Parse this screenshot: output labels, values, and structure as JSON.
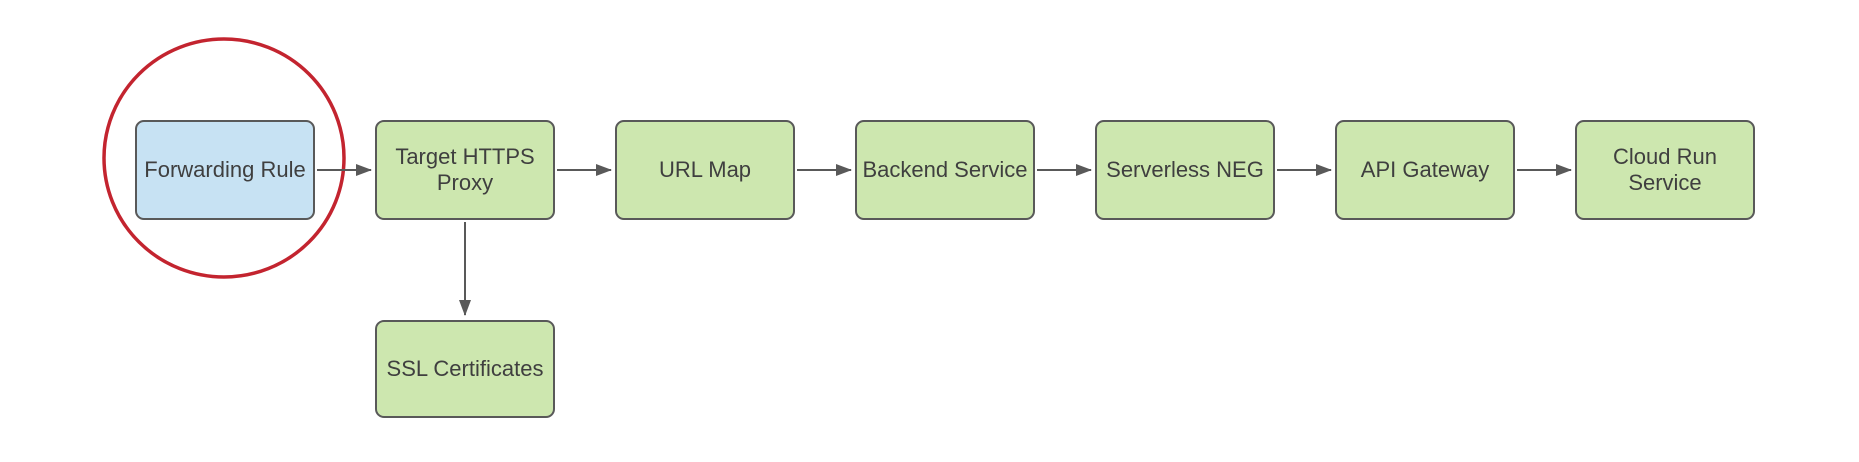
{
  "diagram": {
    "type": "flowchart",
    "background": "#ffffff",
    "colors": {
      "background": "#ffffff",
      "node_green": "#cde7af",
      "node_blue": "#c7e2f3",
      "border": "#595959",
      "arrow": "#595959",
      "text": "#3f3f3f",
      "highlight": "#c3242f"
    },
    "nodes": [
      {
        "id": "forwarding-rule",
        "label": "Forwarding Rule",
        "fill": "blue",
        "highlighted": true
      },
      {
        "id": "target-https-proxy",
        "label": "Target HTTPS\nProxy",
        "fill": "green",
        "highlighted": false
      },
      {
        "id": "url-map",
        "label": "URL Map",
        "fill": "green",
        "highlighted": false
      },
      {
        "id": "backend-service",
        "label": "Backend Service",
        "fill": "green",
        "highlighted": false
      },
      {
        "id": "serverless-neg",
        "label": "Serverless NEG",
        "fill": "green",
        "highlighted": false
      },
      {
        "id": "api-gateway",
        "label": "API Gateway",
        "fill": "green",
        "highlighted": false
      },
      {
        "id": "cloud-run-service",
        "label": "Cloud Run\nService",
        "fill": "green",
        "highlighted": false
      },
      {
        "id": "ssl-certificates",
        "label": "SSL Certificates",
        "fill": "green",
        "highlighted": false
      }
    ],
    "edges": [
      {
        "from": "forwarding-rule",
        "to": "target-https-proxy",
        "direction": "right"
      },
      {
        "from": "target-https-proxy",
        "to": "url-map",
        "direction": "right"
      },
      {
        "from": "url-map",
        "to": "backend-service",
        "direction": "right"
      },
      {
        "from": "backend-service",
        "to": "serverless-neg",
        "direction": "right"
      },
      {
        "from": "serverless-neg",
        "to": "api-gateway",
        "direction": "right"
      },
      {
        "from": "api-gateway",
        "to": "cloud-run-service",
        "direction": "right"
      },
      {
        "from": "target-https-proxy",
        "to": "ssl-certificates",
        "direction": "down"
      }
    ],
    "annotation": {
      "shape": "circle",
      "around": "forwarding-rule",
      "color": "#c3242f"
    }
  }
}
